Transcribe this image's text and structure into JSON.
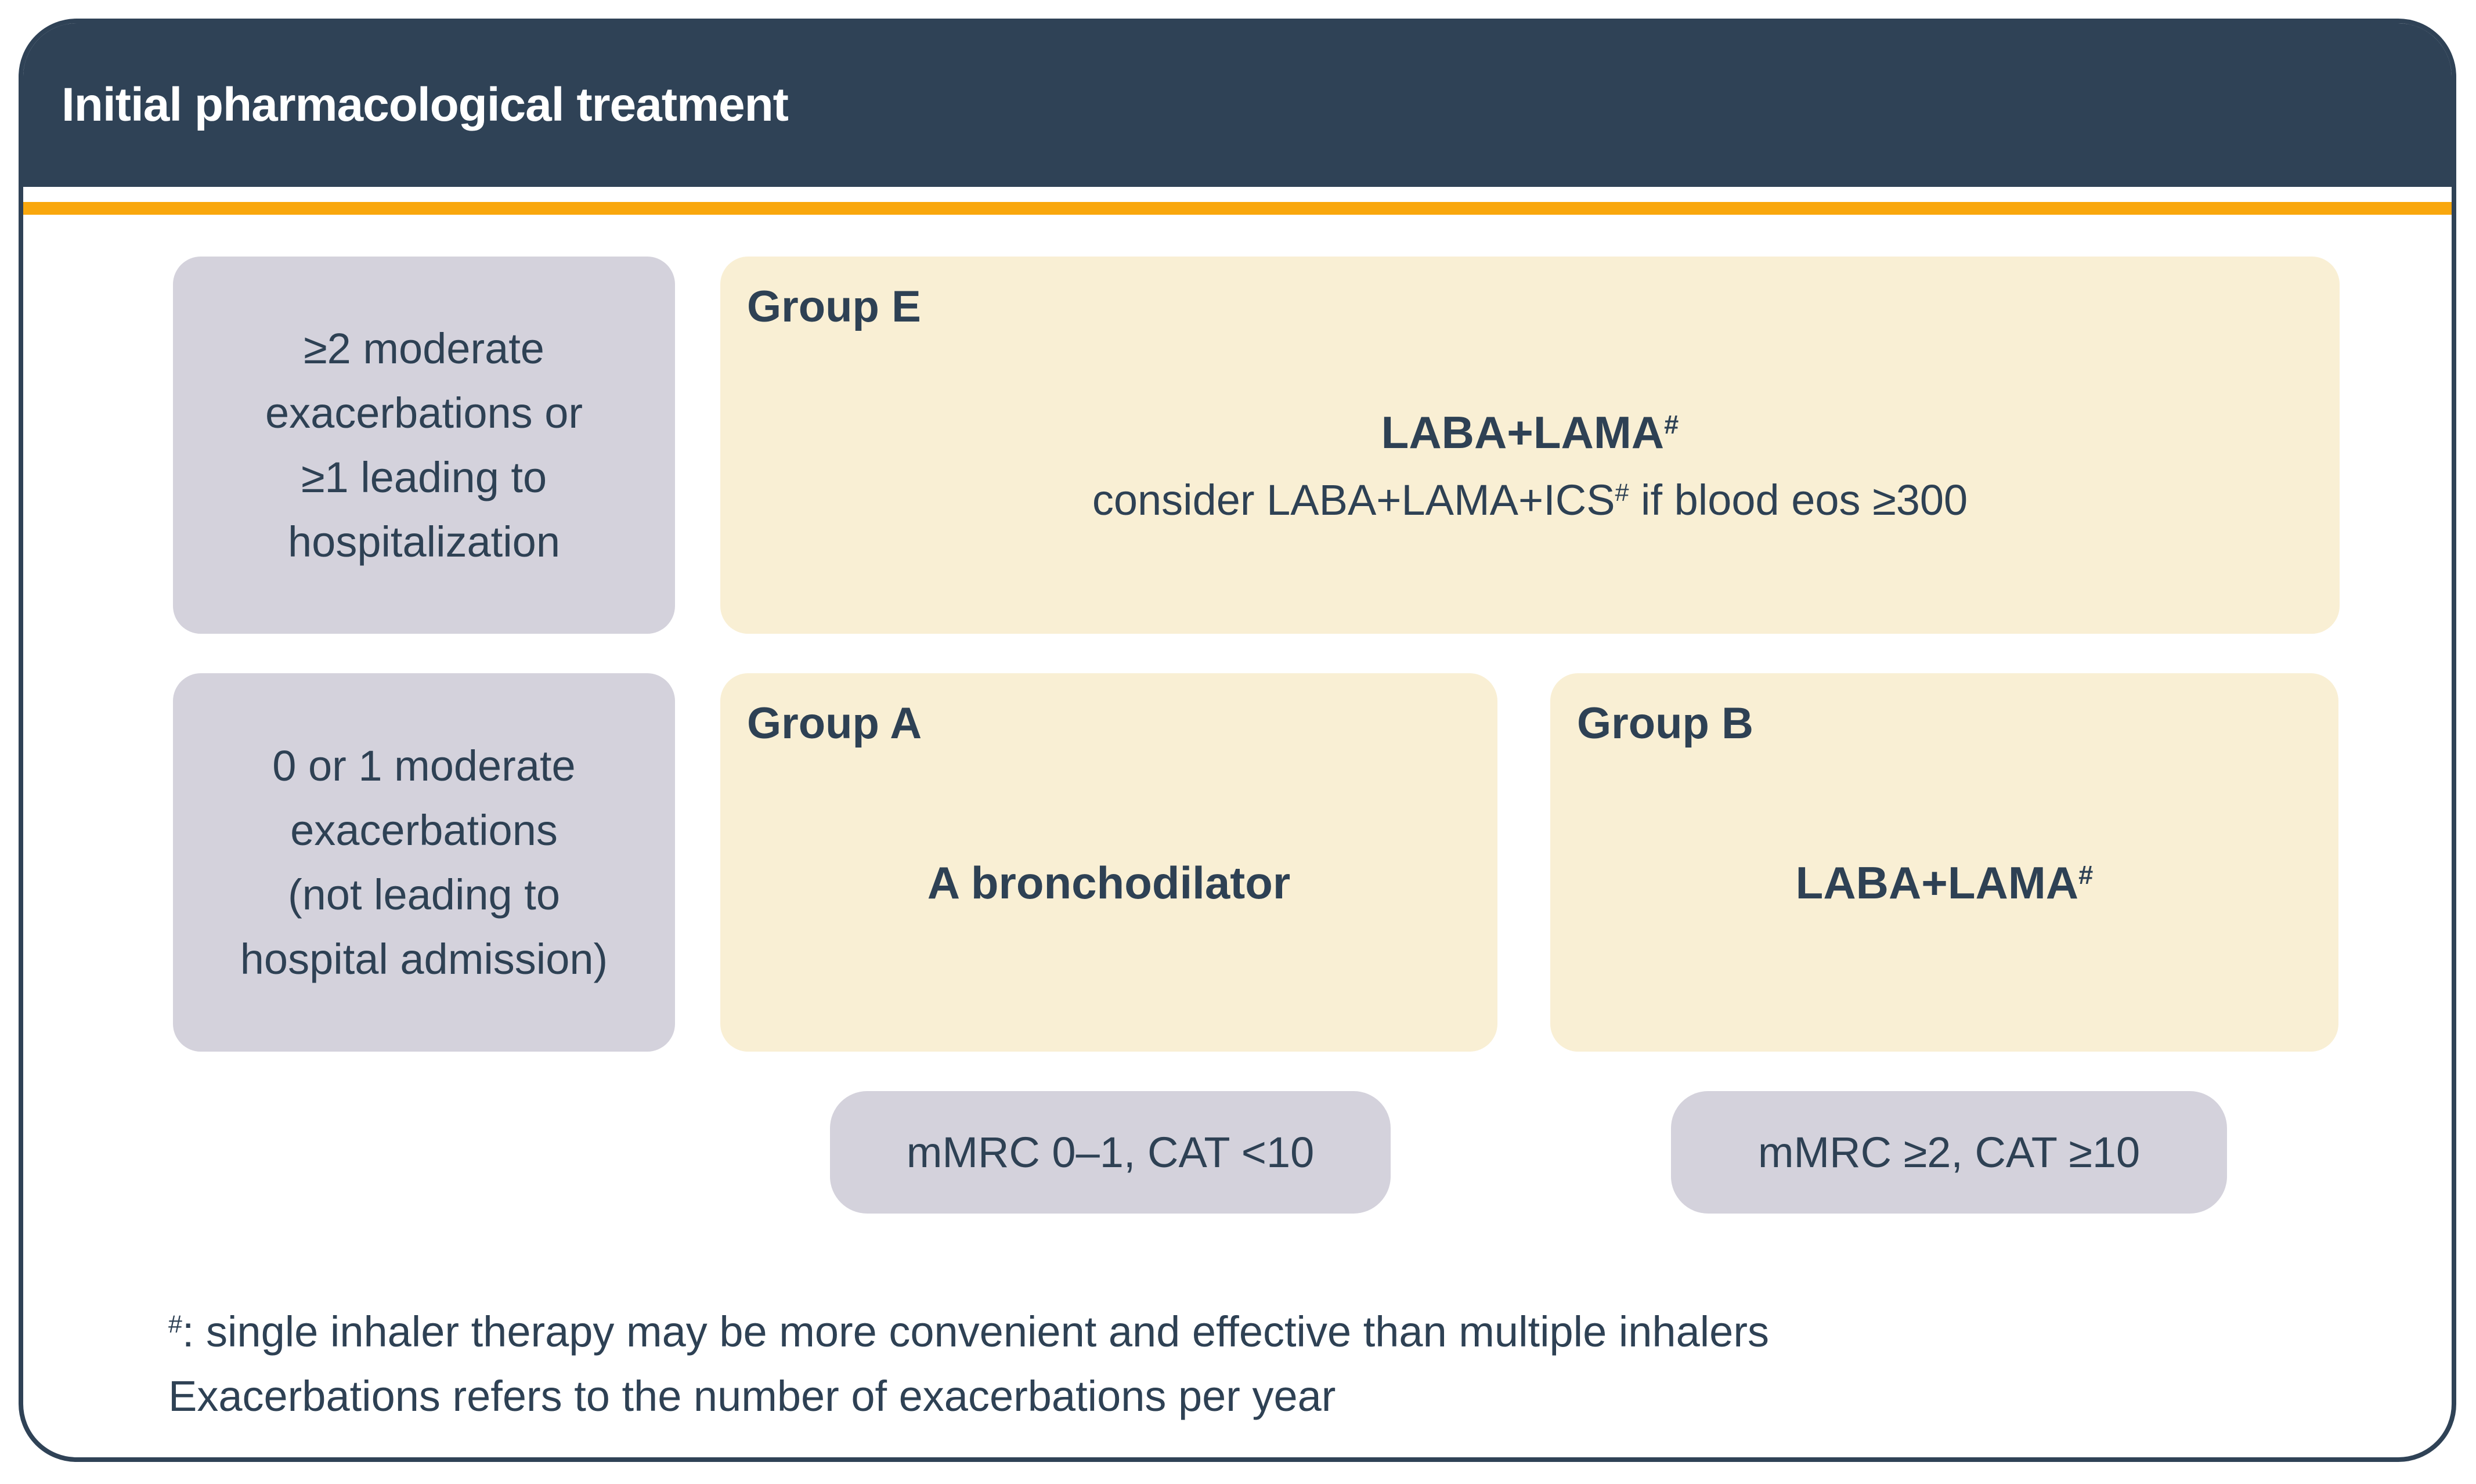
{
  "title": "Initial pharmacological treatment",
  "colors": {
    "header_bg": "#2F4256",
    "accent": "#F9A70D",
    "criteria_bg": "#D4D2DC",
    "group_bg": "#F9EFD4",
    "text": "#2E4154",
    "card_bg": "#FFFFFF",
    "title_color": "#FFFFFF"
  },
  "criteria": {
    "high": {
      "lines": [
        "≥2 moderate",
        "exacerbations or",
        "≥1 leading to",
        "hospitalization"
      ]
    },
    "low": {
      "lines": [
        "0 or 1 moderate",
        "exacerbations",
        "(not leading to",
        "hospital admission)"
      ]
    }
  },
  "groups": {
    "e": {
      "label": "Group E",
      "treatment": {
        "text": "LABA+LAMA",
        "sup": "#"
      },
      "note": {
        "pre": "consider LABA+LAMA+ICS",
        "sup": "#",
        "post": " if blood eos ≥300"
      }
    },
    "a": {
      "label": "Group A",
      "treatment": {
        "text": "A bronchodilator",
        "sup": ""
      }
    },
    "b": {
      "label": "Group B",
      "treatment": {
        "text": "LABA+LAMA",
        "sup": "#"
      }
    }
  },
  "assessments": {
    "a": "mMRC 0–1, CAT <10",
    "b": "mMRC ≥2, CAT ≥10"
  },
  "footnotes": [
    {
      "sup": "#",
      "text": ": single inhaler therapy may be more convenient and effective than multiple inhalers"
    },
    {
      "sup": "",
      "text": "Exacerbations refers to the number of exacerbations per year"
    }
  ]
}
